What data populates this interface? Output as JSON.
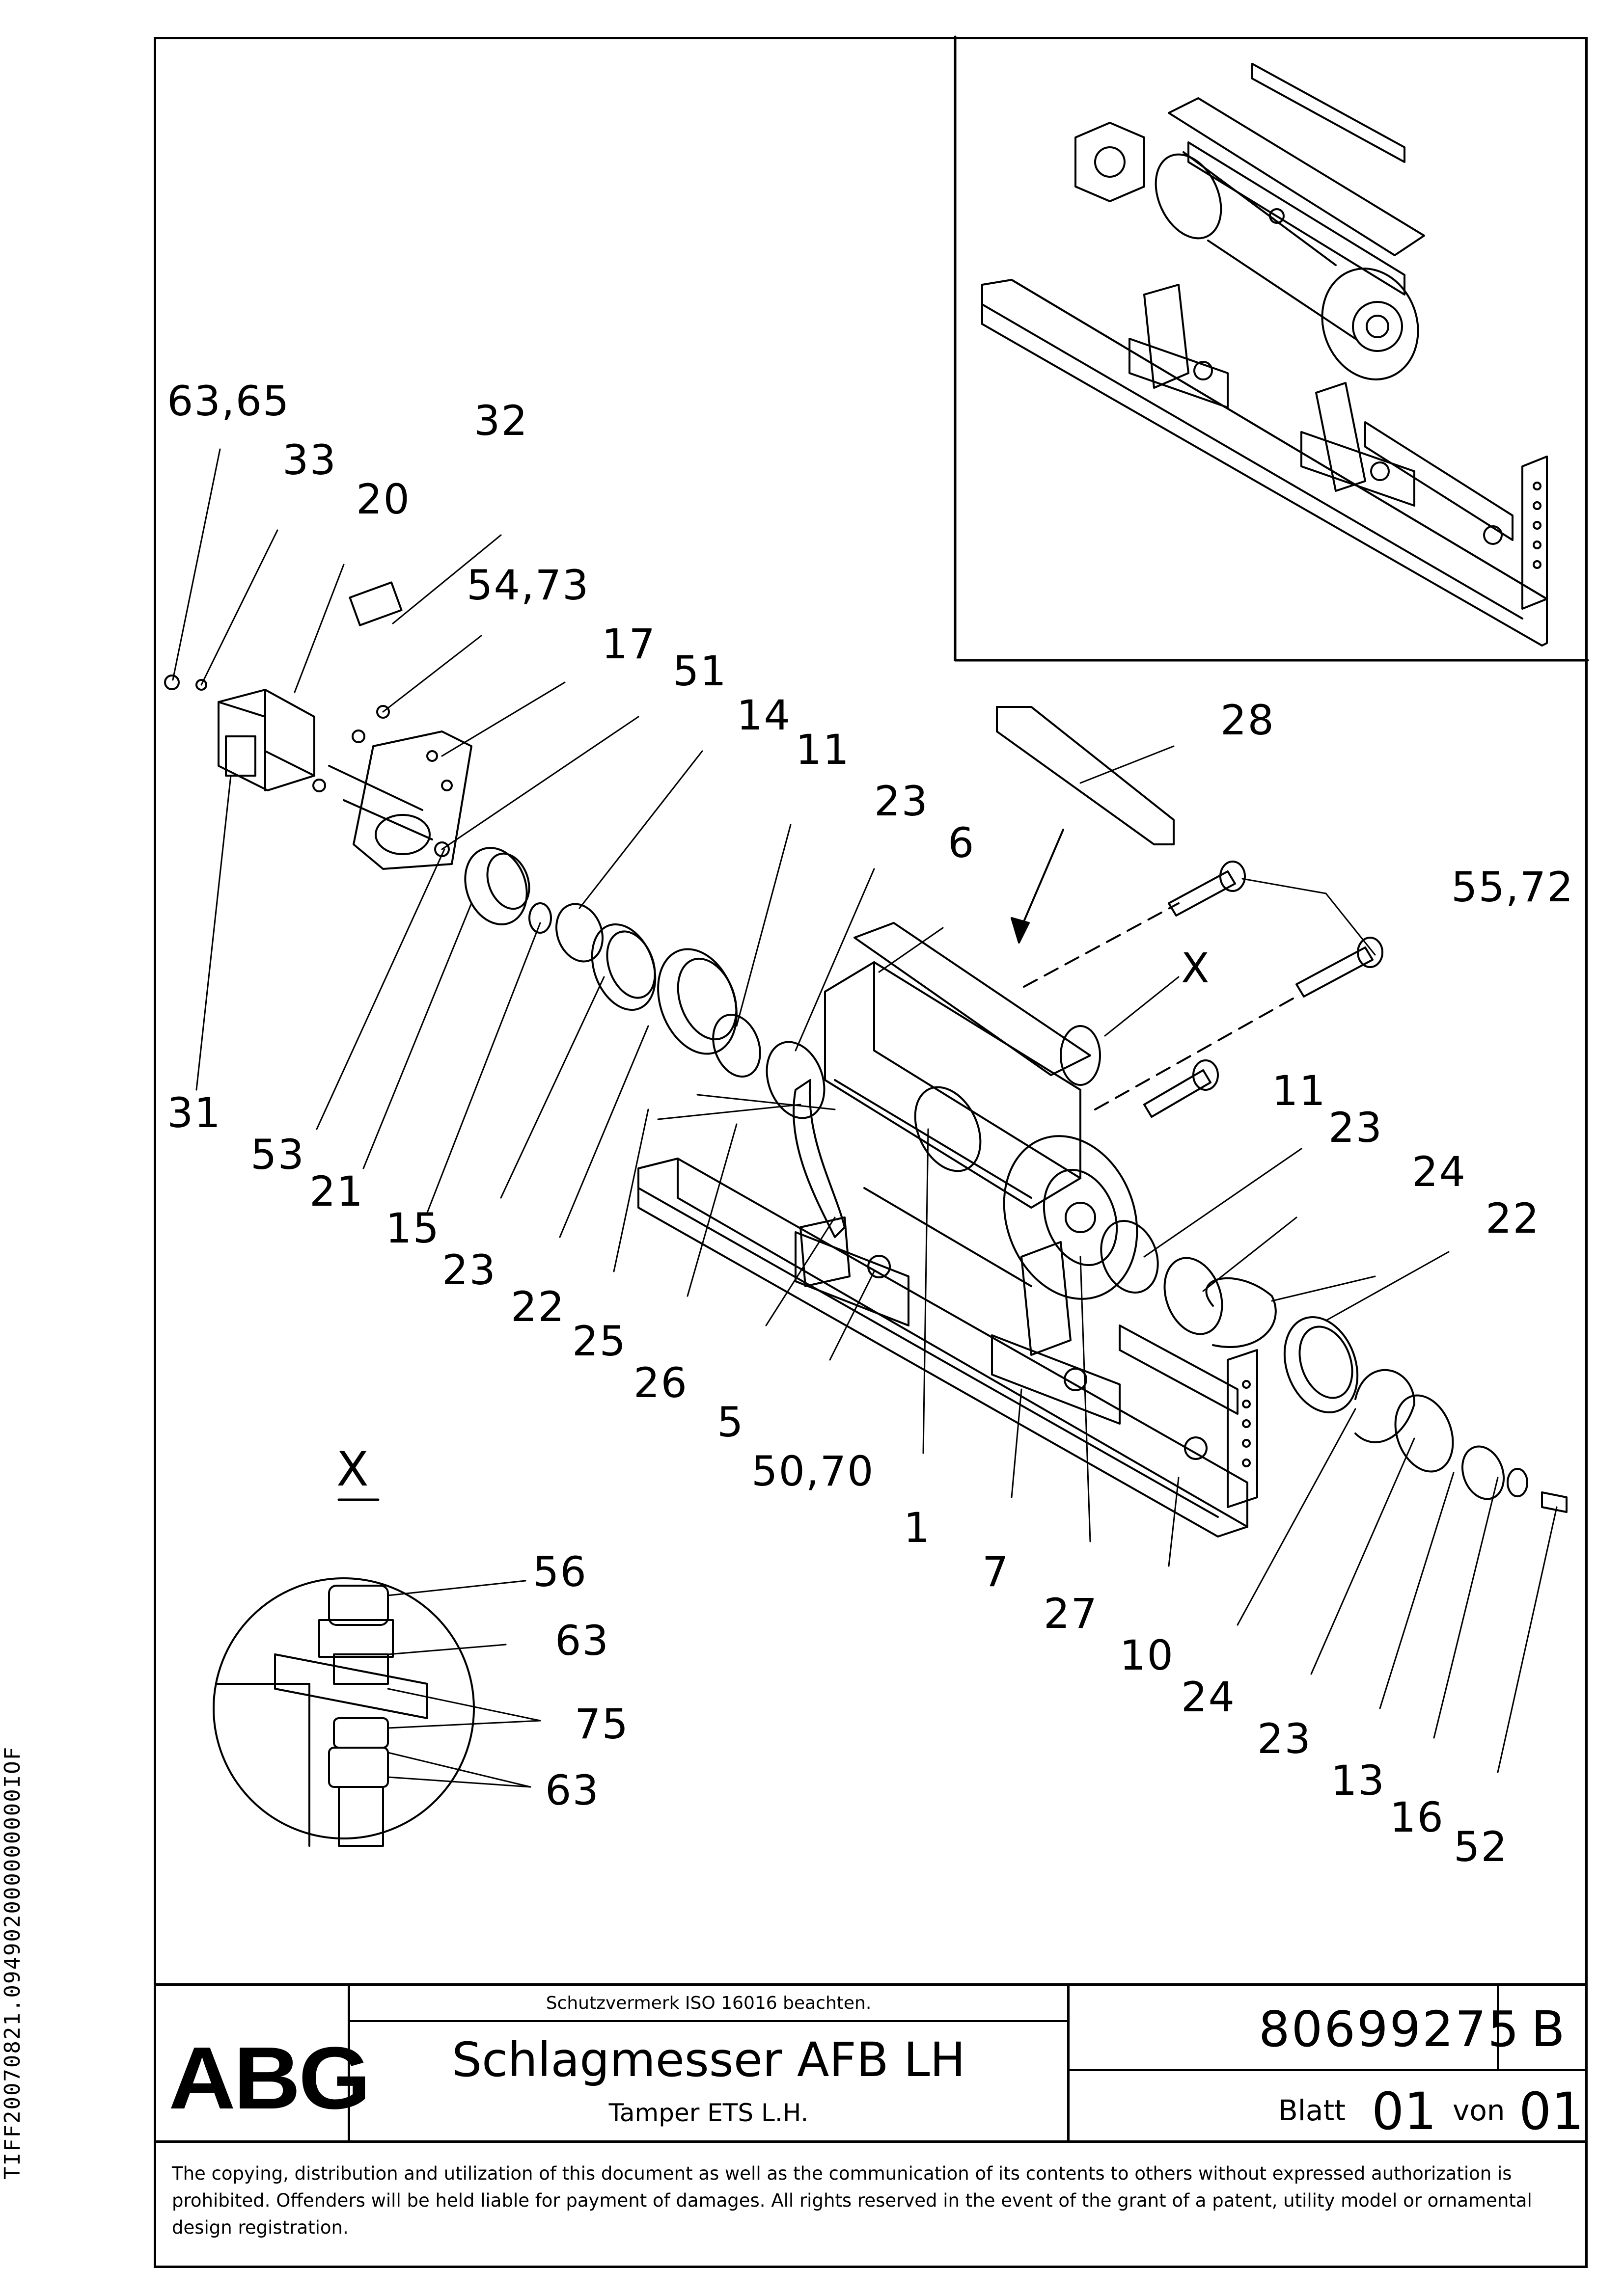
{
  "side_identifier": "TIFF20070821.094902000000000IOF",
  "callouts": {
    "c63_65": "63,65",
    "c33": "33",
    "c32": "32",
    "c20": "20",
    "c54_73": "54,73",
    "c17": "17",
    "c51": "51",
    "c14": "14",
    "c11a": "11",
    "c23a": "23",
    "c6": "6",
    "c28": "28",
    "c55_72": "55,72",
    "cX": "X",
    "c31": "31",
    "c53": "53",
    "c21": "21",
    "c15": "15",
    "c23b": "23",
    "c22a": "22",
    "c25": "25",
    "c26": "26",
    "c5": "5",
    "c50_70": "50,70",
    "c1": "1",
    "c7": "7",
    "c27": "27",
    "c10": "10",
    "c24a": "24",
    "c23c": "23",
    "c13": "13",
    "c16": "16",
    "c52": "52",
    "c11b": "11",
    "c23d": "23",
    "c24b": "24",
    "c22b": "22"
  },
  "detail": {
    "label": "X",
    "c56": "56",
    "c63a": "63",
    "c75": "75",
    "c63b": "63"
  },
  "title_block": {
    "logo": "ABG",
    "protection_note": "Schutzvermerk ISO 16016 beachten.",
    "title_de": "Schlagmesser AFB LH",
    "title_en": "Tamper ETS L.H.",
    "document_number": "80699275",
    "revision": "B",
    "sheet_label": "Blatt",
    "sheet_number": "01",
    "of_label": "von",
    "sheet_total": "01"
  },
  "legal_notice": "The copying, distribution and utilization of this document as well as the communication of its contents to others without expressed authorization is prohibited. Offenders will be held liable for payment of damages. All rights reserved in the event of the grant of a patent, utility model or ornamental design registration."
}
